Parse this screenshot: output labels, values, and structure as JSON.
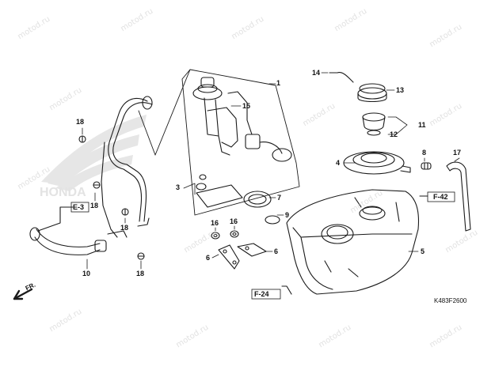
{
  "watermark": "motod.ru",
  "drawing_code": "K483F2600",
  "front_marker": "FR.",
  "references": [
    "E-3",
    "F-42",
    "F-24"
  ],
  "callouts": {
    "c1": "1",
    "c3": "3",
    "c4": "4",
    "c5": "5",
    "c6a": "6",
    "c6b": "6",
    "c7": "7",
    "c8": "8",
    "c9": "9",
    "c10": "10",
    "c11": "11",
    "c12": "12",
    "c13": "13",
    "c14": "14",
    "c15": "15",
    "c16a": "16",
    "c16b": "16",
    "c17": "17",
    "c18a": "18",
    "c18b": "18",
    "c18c": "18",
    "c18d": "18"
  }
}
